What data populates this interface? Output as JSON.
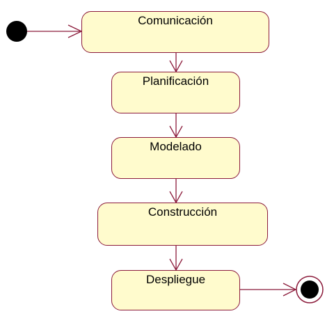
{
  "diagram": {
    "type": "activity",
    "states": [
      {
        "id": "comunicacion",
        "label": "Comunicación"
      },
      {
        "id": "planificacion",
        "label": "Planificación"
      },
      {
        "id": "modelado",
        "label": "Modelado"
      },
      {
        "id": "construccion",
        "label": "Construcción"
      },
      {
        "id": "despliegue",
        "label": "Despliegue"
      }
    ],
    "transitions": [
      {
        "from": "start",
        "to": "comunicacion"
      },
      {
        "from": "comunicacion",
        "to": "planificacion"
      },
      {
        "from": "planificacion",
        "to": "modelado"
      },
      {
        "from": "modelado",
        "to": "construccion"
      },
      {
        "from": "construccion",
        "to": "despliegue"
      },
      {
        "from": "despliegue",
        "to": "end"
      }
    ]
  },
  "colors": {
    "state_fill": "#fffbcd",
    "state_border": "#8b1a3a",
    "arrow": "#8b1a3a",
    "node": "#000000"
  }
}
